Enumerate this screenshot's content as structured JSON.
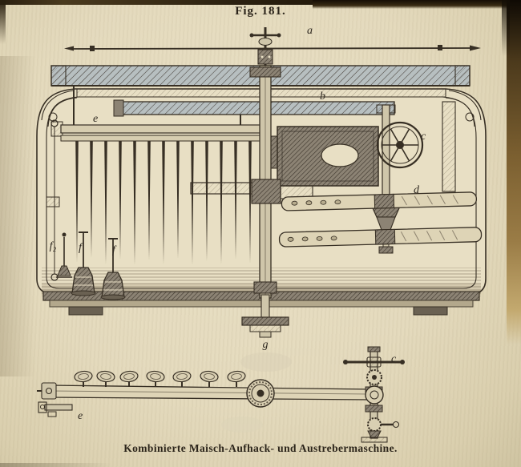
{
  "figure": {
    "number": "Fig. 181.",
    "caption": "Kombinierte Maisch-Aufhack- und Austrebermaschine."
  },
  "labels": {
    "a": "a",
    "b": "b",
    "c": "c",
    "d": "d",
    "e": "e",
    "f2": "f₂",
    "f_left": "f",
    "f_right": "f",
    "g": "g",
    "detail_e": "e",
    "detail_c": "c"
  },
  "colors": {
    "paper": "#e5dcc0",
    "ink": "#352e23",
    "beam_tint": "#b7bfc0",
    "scan_edge_dark": "#1c1408",
    "scan_edge_brown": "#7b5f30"
  }
}
